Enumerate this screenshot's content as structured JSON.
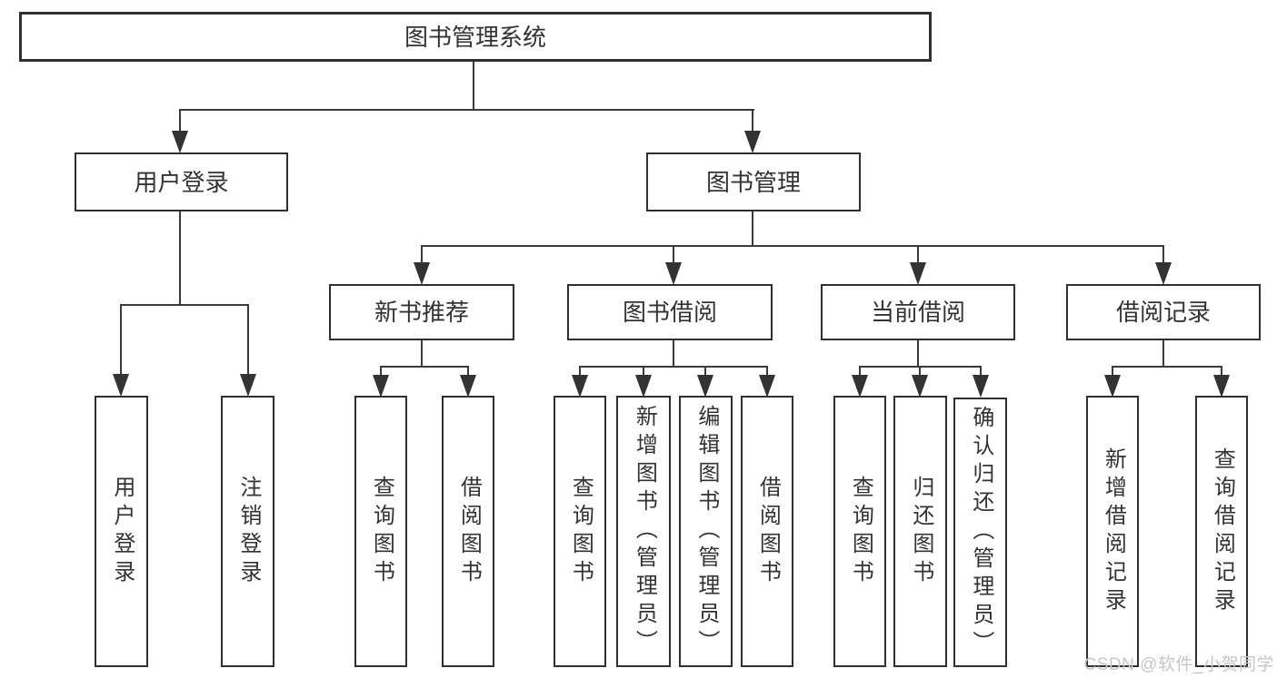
{
  "diagram": {
    "watermark": "CSDN @软件_小贺同学",
    "colors": {
      "line": "#3a3a3a",
      "box_border": "#2f2f2f",
      "text": "#333333",
      "watermark": "#c6c6c6",
      "background": "#ffffff"
    },
    "hierarchy": {
      "root": "图书管理系统",
      "children": [
        {
          "label": "用户登录",
          "children": [
            "用户登录",
            "注销登录"
          ]
        },
        {
          "label": "图书管理",
          "children": [
            {
              "label": "新书推荐",
              "children": [
                "查询图书",
                "借阅图书"
              ]
            },
            {
              "label": "图书借阅",
              "children": [
                "查询图书",
                "新增图书（管理员）",
                "编辑图书（管理员）",
                "借阅图书"
              ]
            },
            {
              "label": "当前借阅",
              "children": [
                "查询图书",
                "归还图书",
                "确认归还（管理员）"
              ]
            },
            {
              "label": "借阅记录",
              "children": [
                "新增借阅记录",
                "查询借阅记录"
              ]
            }
          ]
        }
      ]
    }
  }
}
